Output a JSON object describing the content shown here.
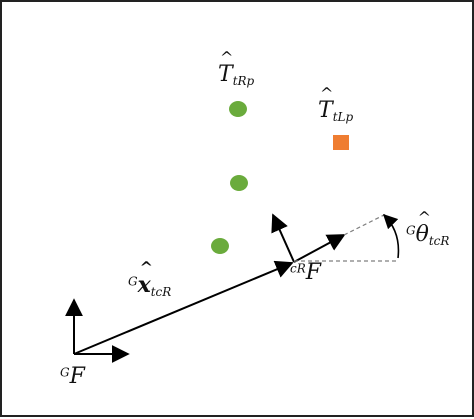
{
  "labels": {
    "landmark_right": {
      "sym": "T",
      "sub": "tRp"
    },
    "landmark_left": {
      "sym": "T",
      "sub": "tLp"
    },
    "global_frame": {
      "sup": "G",
      "sym": "F"
    },
    "robot_frame": {
      "sup": "cR",
      "sym": "F"
    },
    "position_vector": {
      "sup": "G",
      "sym": "x",
      "sub": "tcR"
    },
    "heading_angle": {
      "sup": "G",
      "sym": "θ",
      "sub": "tcR"
    }
  },
  "colors": {
    "landmark_right": "#6aab3c",
    "landmark_left": "#ef7d31",
    "arrows": "#000000",
    "dashed": "#7f7f7f"
  }
}
